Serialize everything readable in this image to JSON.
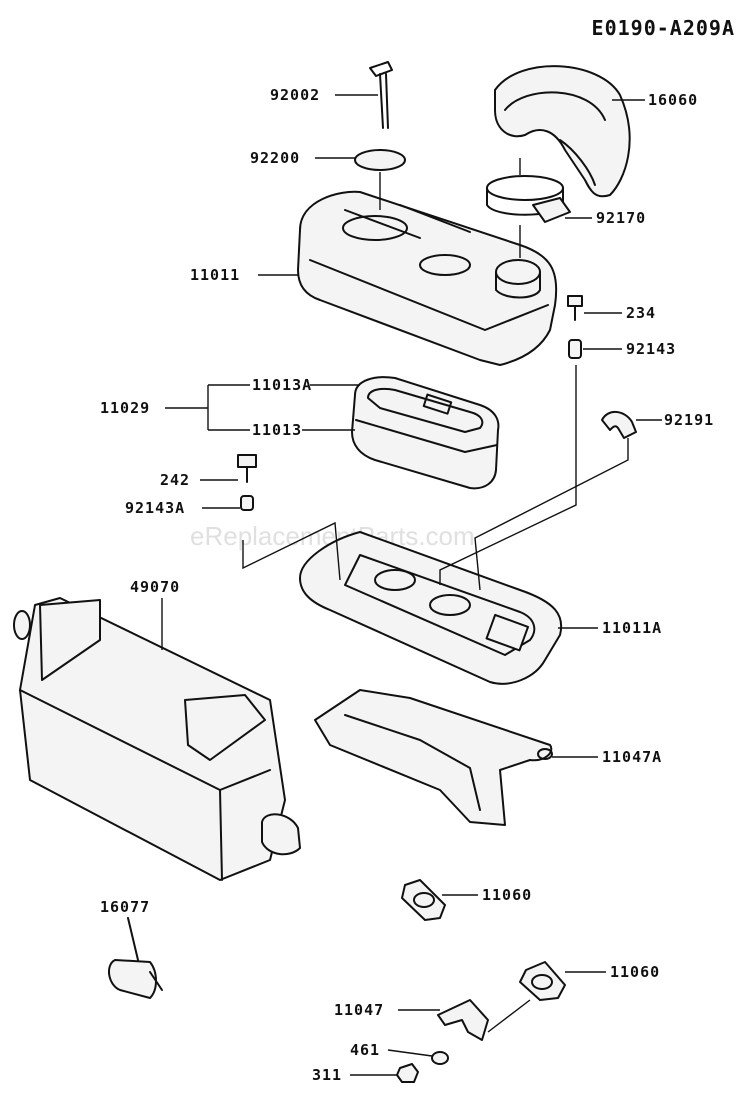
{
  "diagram_code": "E0190-A209A",
  "watermark": "eReplacementParts.com",
  "parts": {
    "p92002": "92002",
    "p16060": "16060",
    "p92200": "92200",
    "p92170": "92170",
    "p11011": "11011",
    "p234": "234",
    "p92143": "92143",
    "p11029": "11029",
    "p11013A": "11013A",
    "p11013": "11013",
    "p92191": "92191",
    "p242": "242",
    "p92143A": "92143A",
    "p49070": "49070",
    "p11011A": "11011A",
    "p11047A": "11047A",
    "p11060a": "11060",
    "p16077": "16077",
    "p11060b": "11060",
    "p11047": "11047",
    "p461": "461",
    "p311": "311"
  }
}
